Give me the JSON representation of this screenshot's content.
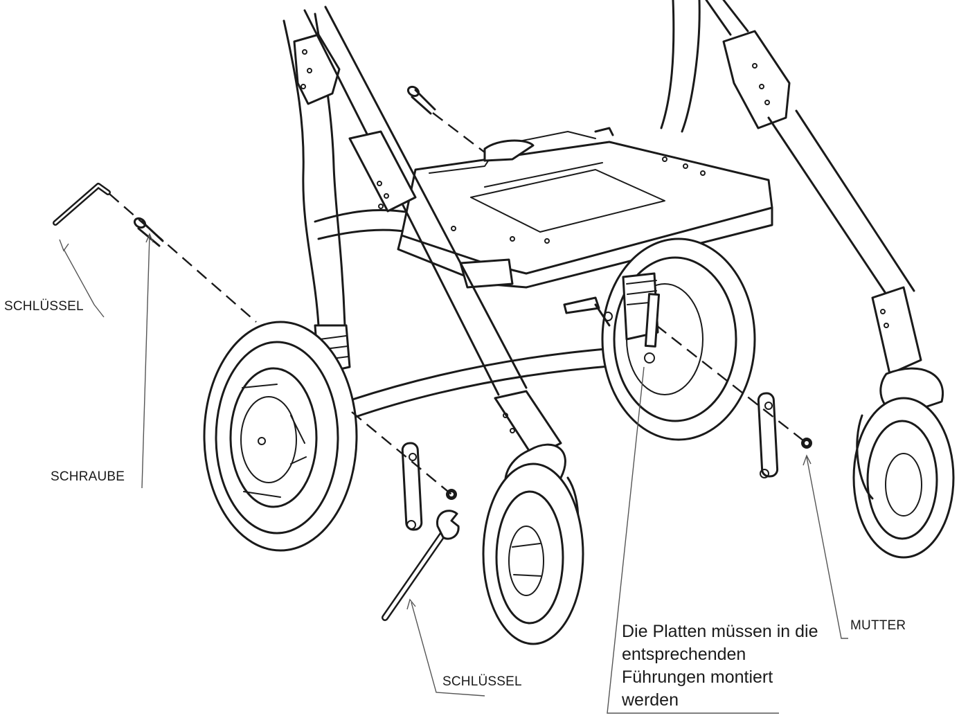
{
  "labels": {
    "key_left": "SCHLÜSSEL",
    "screw": "SCHRAUBE",
    "key_bottom": "SCHLÜSSEL",
    "nut": "MUTTER",
    "note": "Die Platten müssen in die entsprechenden Führungen montiert werden"
  },
  "colors": {
    "line": "#1a1a1a",
    "leader": "#555555",
    "background": "#ffffff"
  }
}
